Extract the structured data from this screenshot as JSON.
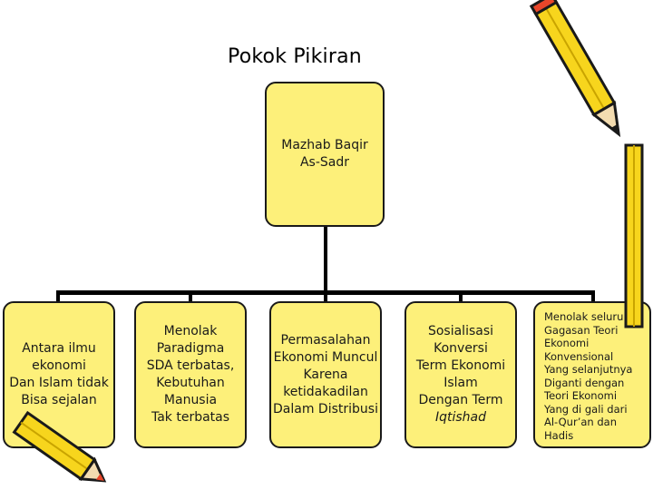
{
  "title": "Pokok Pikiran",
  "root": {
    "lines": [
      "Mazhab Baqir",
      "As-Sadr"
    ]
  },
  "children": [
    {
      "lines": [
        "Antara ilmu",
        "ekonomi",
        "Dan Islam tidak",
        "Bisa sejalan"
      ]
    },
    {
      "lines": [
        "Menolak",
        "Paradigma",
        "SDA terbatas,",
        "Kebutuhan",
        "Manusia",
        "Tak terbatas"
      ]
    },
    {
      "lines": [
        "Permasalahan",
        "Ekonomi Muncul",
        "Karena",
        "ketidakadilan",
        "Dalam Distribusi"
      ]
    },
    {
      "lines": [
        "Sosialisasi",
        "Konversi",
        "Term Ekonomi",
        "Islam",
        "Dengan Term",
        "Iqtishad"
      ]
    },
    {
      "lines": [
        "Menolak seluruh",
        "Gagasan Teori",
        "Ekonomi",
        "Konvensional",
        "Yang selanjutnya",
        "Diganti dengan",
        "Teori Ekonomi",
        "Yang di gali dari",
        "Al-Qur’an dan",
        "Hadis"
      ]
    }
  ],
  "decor": {
    "pencil_icon": "pencil-icon",
    "pencil_color": "#f7d51d",
    "pencil_tip_color": "#e8462a"
  }
}
